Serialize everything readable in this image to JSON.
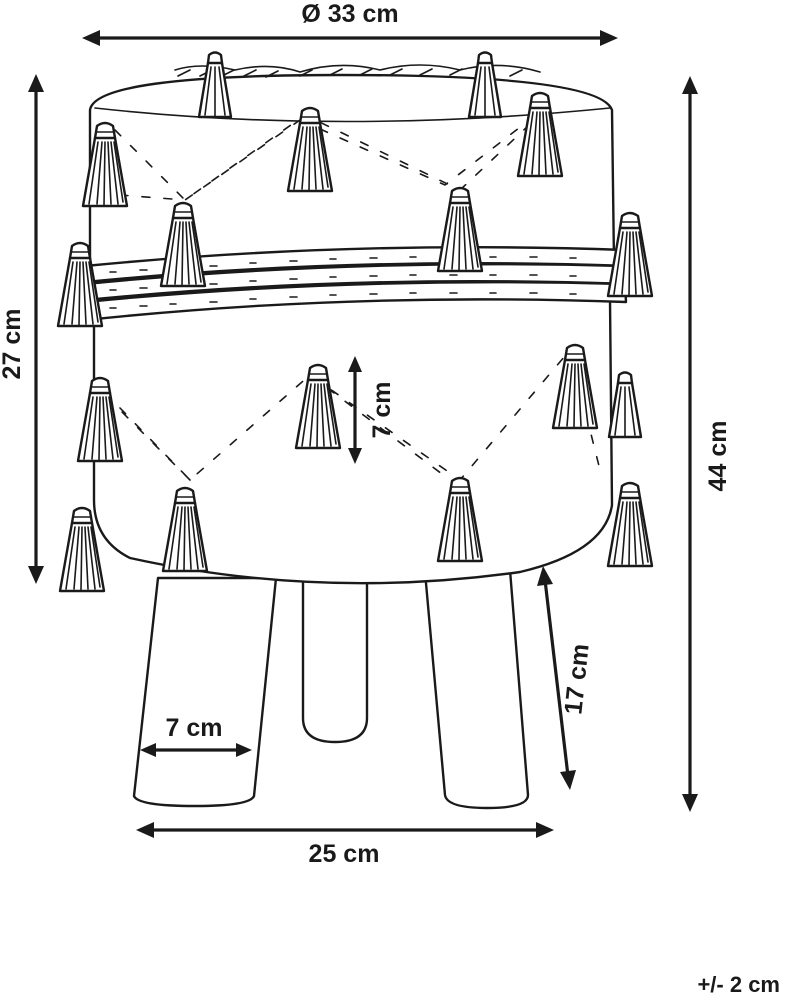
{
  "dimensions": {
    "top_diameter": "Ø 33 cm",
    "seat_height": "27 cm",
    "total_height": "44 cm",
    "tassel_length": "7 cm",
    "leg_height": "17 cm",
    "leg_width": "7 cm",
    "base_width": "25 cm"
  },
  "tolerance": "+/- 2 cm",
  "colors": {
    "line": "#1a1a1a",
    "background": "#ffffff"
  }
}
